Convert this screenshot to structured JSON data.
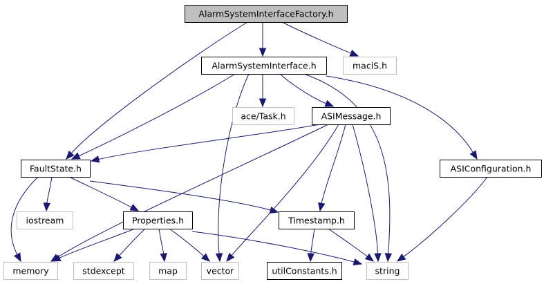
{
  "diagram": {
    "title": "Include dependency graph for AlarmSystemInterfaceFactory.h",
    "colors": {
      "edge": "#191970",
      "root_fill": "#bfbfbf",
      "documented_border": "#000000",
      "external_border": "#bfbfbf"
    },
    "nodes": [
      {
        "id": "factory",
        "label": "AlarmSystemInterfaceFactory.h",
        "kind": "root"
      },
      {
        "id": "asi",
        "label": "AlarmSystemInterface.h",
        "kind": "documented"
      },
      {
        "id": "macis",
        "label": "maciS.h",
        "kind": "external"
      },
      {
        "id": "acetask",
        "label": "ace/Task.h",
        "kind": "external"
      },
      {
        "id": "asimessage",
        "label": "ASIMessage.h",
        "kind": "documented"
      },
      {
        "id": "faultstate",
        "label": "FaultState.h",
        "kind": "documented"
      },
      {
        "id": "asiconfig",
        "label": "ASIConfiguration.h",
        "kind": "documented"
      },
      {
        "id": "iostream",
        "label": "iostream",
        "kind": "external"
      },
      {
        "id": "properties",
        "label": "Properties.h",
        "kind": "documented"
      },
      {
        "id": "timestamp",
        "label": "Timestamp.h",
        "kind": "documented"
      },
      {
        "id": "memory",
        "label": "memory",
        "kind": "external"
      },
      {
        "id": "stdexcept",
        "label": "stdexcept",
        "kind": "external"
      },
      {
        "id": "map",
        "label": "map",
        "kind": "external"
      },
      {
        "id": "vector",
        "label": "vector",
        "kind": "external"
      },
      {
        "id": "utilconstants",
        "label": "utilConstants.h",
        "kind": "documented"
      },
      {
        "id": "string",
        "label": "string",
        "kind": "external"
      }
    ],
    "edges": [
      {
        "from": "factory",
        "to": "asi"
      },
      {
        "from": "factory",
        "to": "macis"
      },
      {
        "from": "factory",
        "to": "faultstate"
      },
      {
        "from": "asi",
        "to": "faultstate"
      },
      {
        "from": "asi",
        "to": "acetask"
      },
      {
        "from": "asi",
        "to": "asimessage"
      },
      {
        "from": "asi",
        "to": "vector"
      },
      {
        "from": "asi",
        "to": "string"
      },
      {
        "from": "asi",
        "to": "asiconfig"
      },
      {
        "from": "asimessage",
        "to": "faultstate"
      },
      {
        "from": "asimessage",
        "to": "memory"
      },
      {
        "from": "asimessage",
        "to": "vector"
      },
      {
        "from": "asimessage",
        "to": "timestamp"
      },
      {
        "from": "asimessage",
        "to": "string"
      },
      {
        "from": "faultstate",
        "to": "iostream"
      },
      {
        "from": "faultstate",
        "to": "properties"
      },
      {
        "from": "faultstate",
        "to": "timestamp"
      },
      {
        "from": "faultstate",
        "to": "memory"
      },
      {
        "from": "properties",
        "to": "memory"
      },
      {
        "from": "properties",
        "to": "stdexcept"
      },
      {
        "from": "properties",
        "to": "map"
      },
      {
        "from": "properties",
        "to": "vector"
      },
      {
        "from": "properties",
        "to": "string"
      },
      {
        "from": "timestamp",
        "to": "utilconstants"
      },
      {
        "from": "timestamp",
        "to": "string"
      },
      {
        "from": "asiconfig",
        "to": "string"
      }
    ]
  }
}
